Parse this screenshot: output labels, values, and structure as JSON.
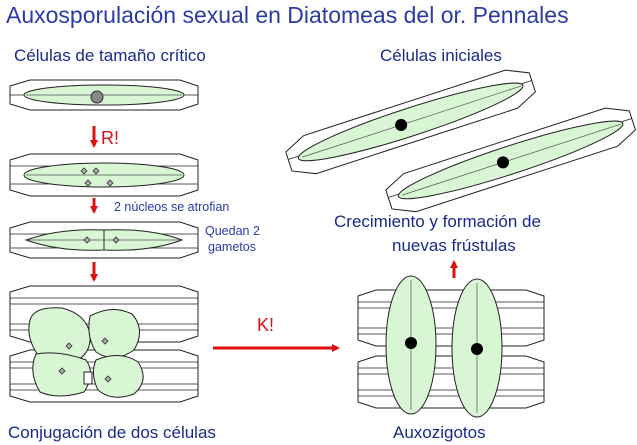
{
  "title": "Auxosporulación sexual en Diatomeas del or. Pennales",
  "labels": {
    "critical_cells": "Células de tamaño crítico",
    "initial_cells": "Células iniciales",
    "growth_line1": "Crecimiento y formación de",
    "growth_line2": "nuevas frústulas",
    "conjugation": "Conjugación de dos células",
    "auxozygotes": "Auxozigotos"
  },
  "annotations": {
    "meiosis": "R!",
    "nuclei_atrophy": "2 núcleos se atrofian",
    "gametes_line1": "Quedan 2",
    "gametes_line2": "gametos",
    "karyogamy": "K!"
  },
  "colors": {
    "title": "#2a3ba8",
    "label": "#1a2a8a",
    "arrow": "#e01010",
    "protoplast": "#d8f5d4",
    "outline": "#222222"
  }
}
